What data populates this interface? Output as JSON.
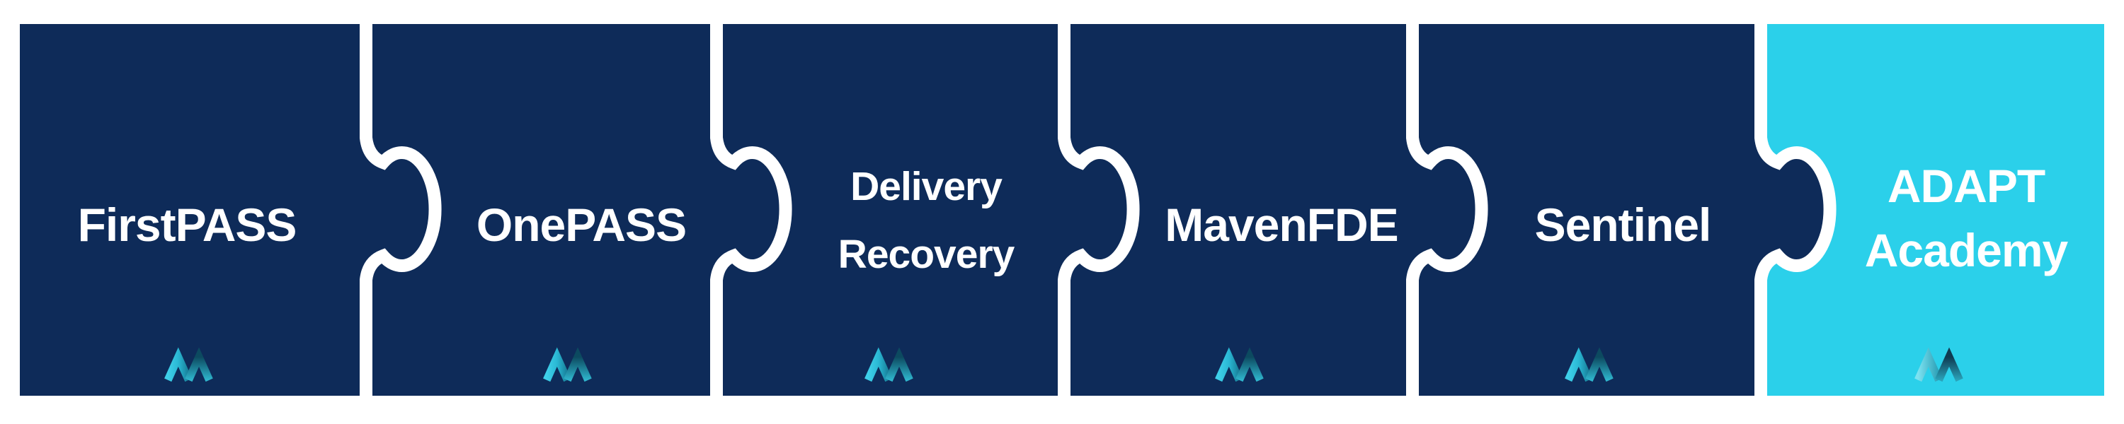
{
  "banner": {
    "description": "Six interlocking jigsaw-puzzle tiles representing product modules",
    "background_color": "#ffffff",
    "seam_color": "#ffffff",
    "text_color": "#ffffff"
  },
  "palette": {
    "navy": "#0e2b59",
    "cyan": "#2bd0ea",
    "logo_cyan_bright": "#3ecfe9",
    "logo_teal_mid": "#1d8ea6",
    "logo_teal_dark": "#0c4a60",
    "logo_teal_light_tip": "#2fb5cd",
    "logo_dark_variant_light": "#7ce2f1",
    "logo_dark_variant_deep": "#0f3a51"
  },
  "pieces": [
    {
      "name": "firstpass",
      "lines": [
        "FirstPASS"
      ],
      "color": "#0e2b59"
    },
    {
      "name": "onepass",
      "lines": [
        "OnePASS"
      ],
      "color": "#0e2b59"
    },
    {
      "name": "delivery-recovery",
      "lines": [
        "Delivery",
        "Recovery"
      ],
      "color": "#0e2b59"
    },
    {
      "name": "mavenfde",
      "lines": [
        "MavenFDE"
      ],
      "color": "#0e2b59"
    },
    {
      "name": "sentinel",
      "lines": [
        "Sentinel"
      ],
      "color": "#0e2b59"
    },
    {
      "name": "adapt-academy",
      "lines": [
        "ADAPT",
        "Academy"
      ],
      "color": "#2bd0ea"
    }
  ],
  "logo": {
    "name": "maven-m-logo",
    "shape": "double-chevron-M"
  }
}
